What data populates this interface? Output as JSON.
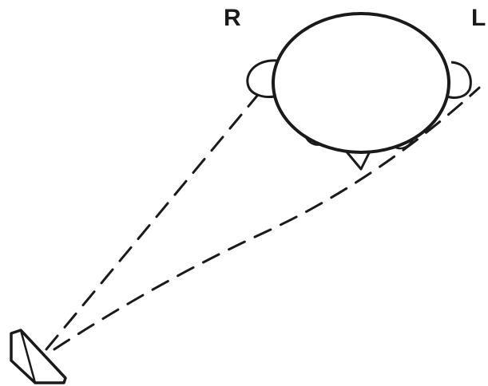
{
  "labels": {
    "right_ear": "R",
    "left_ear": "L"
  },
  "colors": {
    "stroke": "#1a1a1a",
    "background": "#ffffff"
  },
  "icons": {
    "head": "head-top-view-circle",
    "source": "sound-source-block"
  }
}
